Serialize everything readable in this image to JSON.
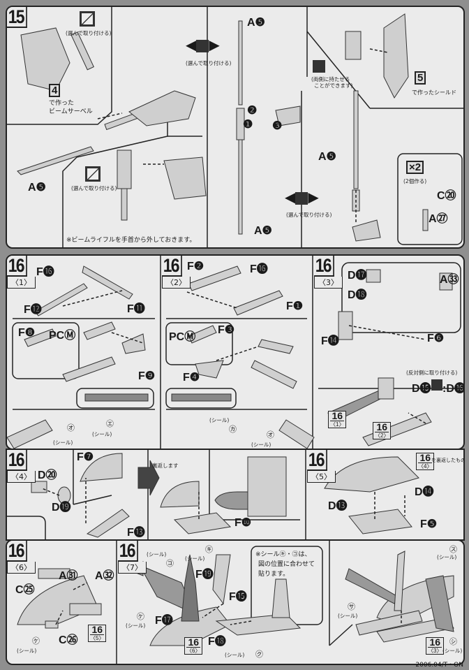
{
  "step15": {
    "number": "15",
    "select_attach": "(選んで取り付ける)",
    "ref4": "4",
    "beam_saber_caption_1": "で作った",
    "beam_saber_caption_2": "ビームサーベル",
    "part_a5": "A❺",
    "order_1": "❶",
    "order_2": "❷",
    "order_3": "❸",
    "both_hands_caption_1": "(両側に持たせる",
    "both_hands_caption_2": "ことができます)",
    "ref5": "5",
    "shield_caption": "で作ったシールド",
    "make_two": "×2",
    "make_two_caption": "(2個作る)",
    "part_c20": "C⑳",
    "part_a27": "A㉗",
    "rifle_note": "※ビームライフルを手首から外しておきます。"
  },
  "step16_1": {
    "number": "16",
    "sub": "〈1〉",
    "f16": "F⓰",
    "f12": "F⓬",
    "f11": "F⓫",
    "f8": "F❽",
    "pcm": "PCⓂ",
    "f9": "F❾",
    "sticker_o": "㋔",
    "sticker_e": "㋓",
    "sticker": "(シール)"
  },
  "step16_2": {
    "number": "16",
    "sub": "〈2〉",
    "f2": "F❷",
    "f16": "F⓰",
    "f1": "F❶",
    "pcm": "PCⓂ",
    "f3": "F❸",
    "f4": "F❹",
    "sticker_ka": "㋕",
    "sticker_o": "㋔",
    "sticker": "(シール)"
  },
  "step16_3": {
    "number": "16",
    "sub": "〈3〉",
    "d17": "D⓱",
    "d18": "D⓲",
    "a33": "A㉝",
    "f14": "F⓮",
    "f6": "F❻",
    "opposite": "(反対側に取り付ける)",
    "d15": "D⓯",
    "d16": ":D⓰",
    "ref1_num": "16",
    "ref1_sub": "〈1〉",
    "ref2_num": "16",
    "ref2_sub": "〈2〉"
  },
  "step16_4": {
    "number": "16",
    "sub": "〈4〉",
    "d20": "D⑳",
    "d19": "D⓳",
    "f7": "F❼",
    "f13": "F⓭",
    "flip": "裏返します",
    "f10": "F❿"
  },
  "step16_5": {
    "number": "16",
    "sub": "〈5〉",
    "ref_num": "16",
    "ref_sub": "〈4〉",
    "ref_caption": "を裏返したもの",
    "d14": "D⓮",
    "d13": "D⓭",
    "f5": "F❺"
  },
  "step16_6": {
    "number": "16",
    "sub": "〈6〉",
    "a31": "A㉛",
    "a32": "A㉜",
    "c25": "C㉕",
    "c26": "C㉖",
    "ref_num": "16",
    "ref_sub": "〈5〉",
    "sticker_ku": "㋘",
    "sticker": "(シール)"
  },
  "step16_7": {
    "number": "16",
    "sub": "〈7〉",
    "sticker": "(シール)",
    "sticker_ko": "㋙",
    "sticker_ki": "㋖",
    "sticker_ke": "㋘",
    "sticker_ku": "㋗",
    "sticker_su": "㋜",
    "sticker_sa": "㋚",
    "sticker_shi": "㋛",
    "f19": "F⓳",
    "f15": "F⓯",
    "f17": "F⓱",
    "f18": "F⓲",
    "note_1": "※シール㋖・㋙は、",
    "note_2": "図の位置に合わせて",
    "note_3": "貼ります。",
    "ref6_num": "16",
    "ref6_sub": "〈6〉",
    "ref3_num": "16",
    "ref3_sub": "〈3〉"
  },
  "footer": "2006.04/T・ON"
}
